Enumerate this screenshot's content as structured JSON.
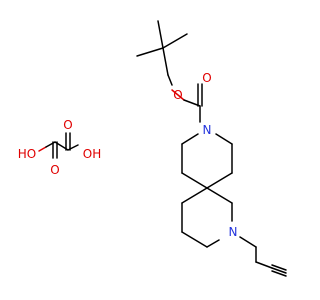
{
  "atoms": {
    "oxygen": "O",
    "hydroxyl": "HO",
    "hydroxyl_right": "OH",
    "nitrogen": "N"
  },
  "colors": {
    "bond": "#000000",
    "oxygen": "#e00000",
    "nitrogen": "#2233dd",
    "background": "#ffffff"
  }
}
